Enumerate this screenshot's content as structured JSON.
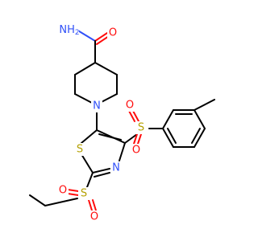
{
  "colors": {
    "carbon": "#000000",
    "oxygen": "#ff0d0d",
    "nitrogen": "#3050f8",
    "sulfur": "#b4a000",
    "background": "#ffffff"
  },
  "atoms": {
    "amide_n": "NH2",
    "amide_o": "O",
    "pip_n": "N",
    "thiazole_s": "S",
    "thiazole_n": "N",
    "sulfonyl_top_s": "S",
    "sulfonyl_top_o1": "O",
    "sulfonyl_top_o2": "O",
    "sulfonyl_bot_s": "S",
    "sulfonyl_bot_o1": "O",
    "sulfonyl_bot_o2": "O"
  }
}
